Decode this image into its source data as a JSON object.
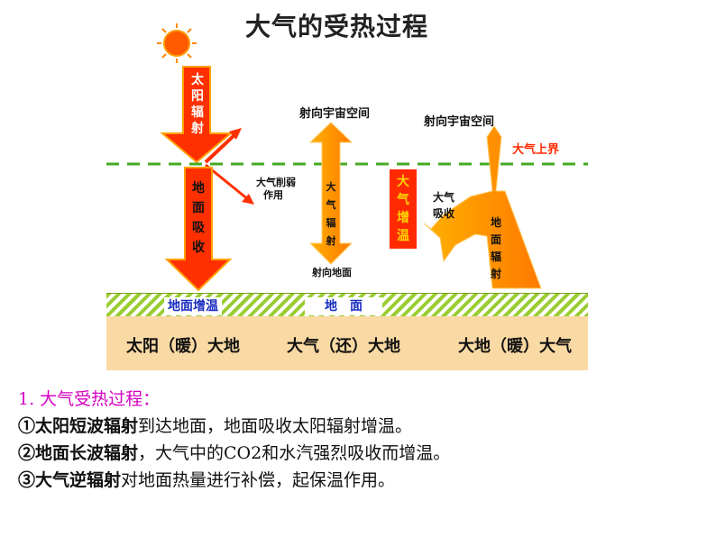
{
  "diagram": {
    "title": "大气的受热过程",
    "sun_radiation": [
      "太",
      "阳",
      "辐",
      "射"
    ],
    "ground_absorb": [
      "地",
      "面",
      "吸",
      "收"
    ],
    "weaken": [
      "大气削弱",
      "作用"
    ],
    "to_space_left": "射向宇宙空间",
    "to_space_right": "射向宇宙空间",
    "atmos_top": "大气上界",
    "back_radiation": [
      "大",
      "气",
      "辐",
      "射"
    ],
    "to_ground": "射向地面",
    "atmos_warm": [
      "大",
      "气",
      "增",
      "温"
    ],
    "atmos_absorb": [
      "大气",
      "吸收"
    ],
    "ground_radiation": [
      "地",
      "面",
      "辐",
      "射"
    ],
    "ground_warm": "地面增温",
    "ground_label": "地　面",
    "bottom_left": "太阳（暖）大地",
    "bottom_mid": "大气（还）大地",
    "bottom_right": "大地（暖）大气"
  },
  "notes": {
    "title": "1. 大气受热过程：",
    "line1_strong": "①太阳短波辐射",
    "line1_rest": "到达地面，地面吸收太阳辐射增温。",
    "line2_strong": "②地面长波辐射",
    "line2_rest": "，大气中的CO2和水汽强烈吸收而增温。",
    "line3_strong": "③大气逆辐射",
    "line3_rest": "对地面热量进行补偿，起保温作用。"
  }
}
